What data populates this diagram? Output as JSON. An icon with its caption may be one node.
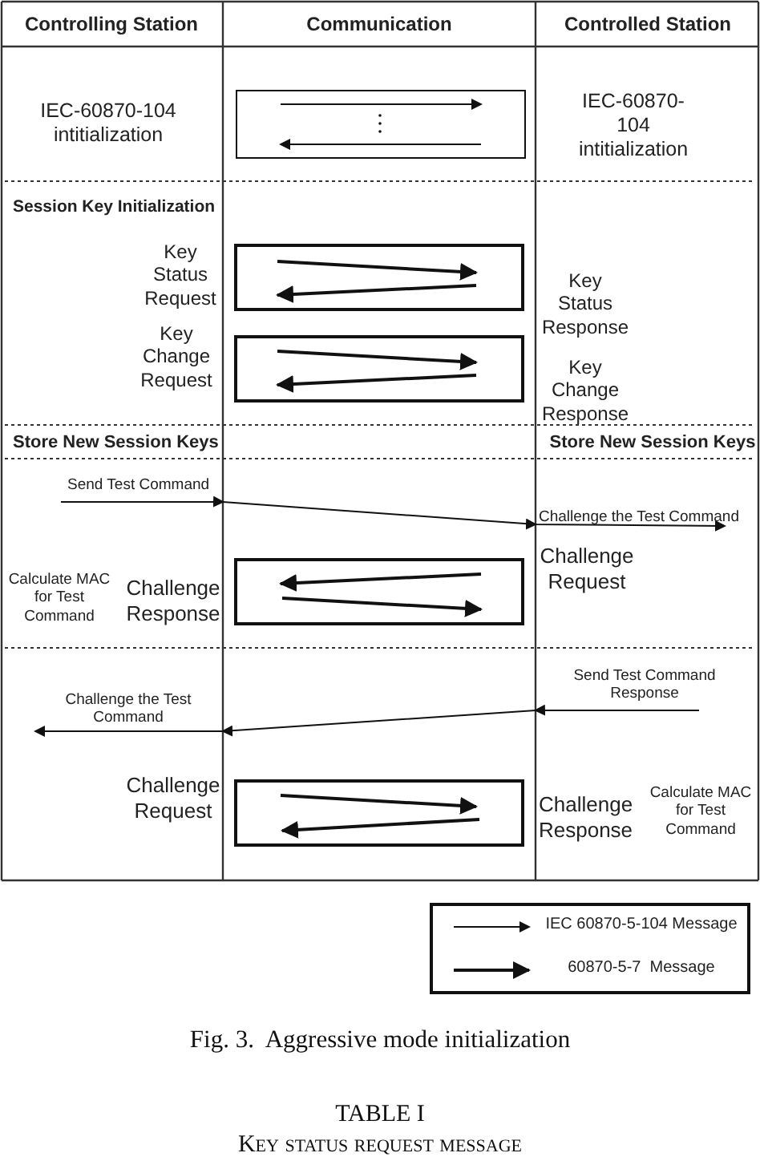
{
  "diagram": {
    "caption": "Fig. 3.  Aggressive mode initialization",
    "nodes": [
      {
        "text": [],
        "shape": "box"
      },
      {
        "text": [],
        "shape": "box"
      },
      {
        "text": [],
        "shape": "box"
      },
      {
        "text": [],
        "shape": "box"
      },
      {
        "text": [],
        "shape": "box"
      },
      {
        "text": [
          "Send Test Command"
        ]
      },
      {
        "text": [
          "Challenge the Test Command"
        ]
      },
      {
        "text": [
          "Send Test Command Response"
        ]
      },
      {
        "text": [
          "Challenge the Test Command"
        ]
      }
    ],
    "edges": [
      {
        "from": 5,
        "to": 6,
        "arrow": "to"
      },
      {
        "from": 7,
        "to": 8,
        "arrow": "to"
      }
    ],
    "labels": [
      "Controlling Station",
      "Communication",
      "Controlled Station",
      "IEC-60870-104 intitialization",
      "IEC-60870-104 intitialization",
      "Session Key Initialization",
      "Key Status Request",
      "Key Status Response",
      "Key Change Request",
      "Key Change Response",
      "Store New Session Keys",
      "Store New Session Keys",
      "Challenge Request",
      "Calculate MAC for Test Command",
      "Challenge Response",
      "Challenge Request",
      "Challenge Response",
      "Calculate MAC for Test Command",
      "TABLE I",
      "Key status request message"
    ],
    "legend": [
      {
        "text": "IEC 60870-5-104 Message"
      },
      {
        "text": "60870-5-7  Message"
      }
    ]
  }
}
